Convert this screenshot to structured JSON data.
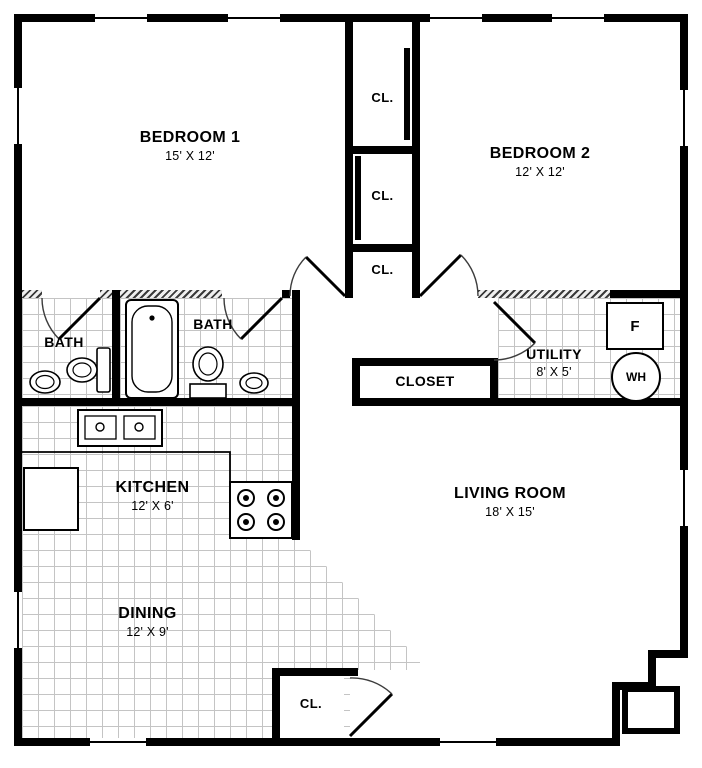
{
  "rooms": {
    "bedroom1": {
      "name": "BEDROOM 1",
      "dims": "15' X 12'"
    },
    "bedroom2": {
      "name": "BEDROOM 2",
      "dims": "12' X 12'"
    },
    "closet_top": {
      "name": "CL."
    },
    "closet_mid": {
      "name": "CL."
    },
    "closet_hall": {
      "name": "CL."
    },
    "bath1": {
      "name": "BATH"
    },
    "bath2": {
      "name": "BATH"
    },
    "utility": {
      "name": "UTILITY",
      "dims": "8' X 5'"
    },
    "closet_living": {
      "name": "CLOSET"
    },
    "kitchen": {
      "name": "KITCHEN",
      "dims": "12' X 6'"
    },
    "living": {
      "name": "LIVING ROOM",
      "dims": "18' X 15'"
    },
    "dining": {
      "name": "DINING",
      "dims": "12' X 9'"
    },
    "closet_entry": {
      "name": "CL."
    }
  },
  "appliances": {
    "furnace": "F",
    "water_heater": "WH"
  },
  "colors": {
    "wall": "#000000",
    "tile_line": "#c4c4c4",
    "floor": "#ffffff"
  }
}
